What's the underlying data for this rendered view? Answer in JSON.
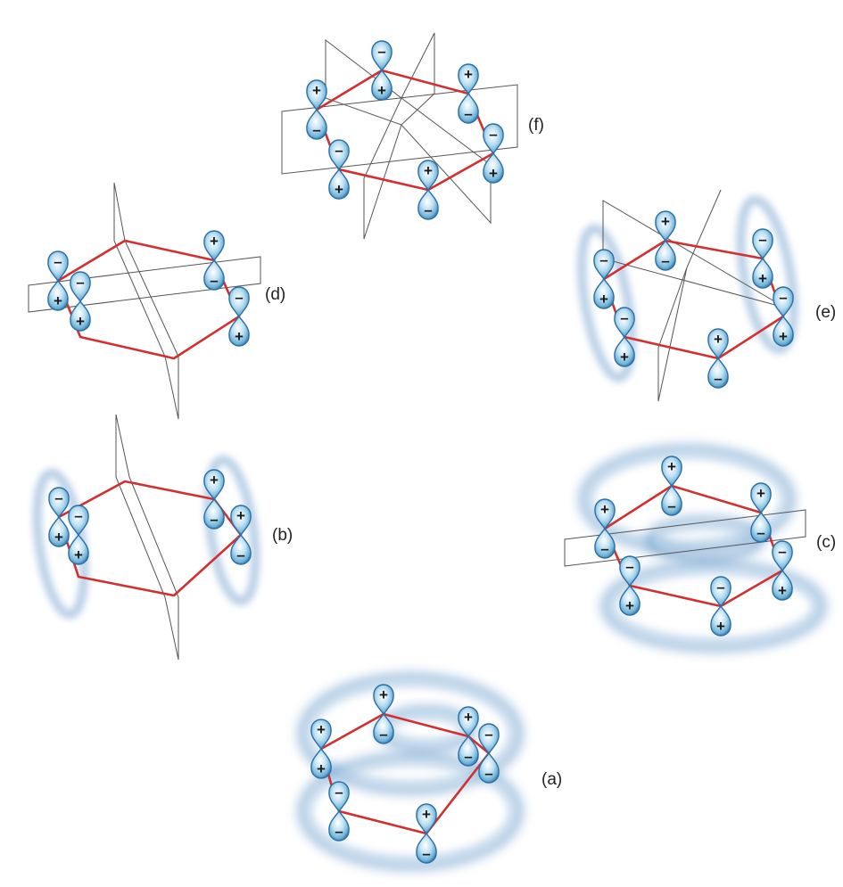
{
  "labels": {
    "a": "(a)",
    "b": "(b)",
    "c": "(c)",
    "d": "(d)",
    "e": "(e)",
    "f": "(f)"
  },
  "signs": {
    "plus": "+",
    "minus": "–"
  },
  "colors": {
    "ring": "#d23030",
    "lobe": "#6fb3d8",
    "lobe_dark": "#2a6ea6",
    "plane": "#555555",
    "torus": "#4c86bf"
  }
}
